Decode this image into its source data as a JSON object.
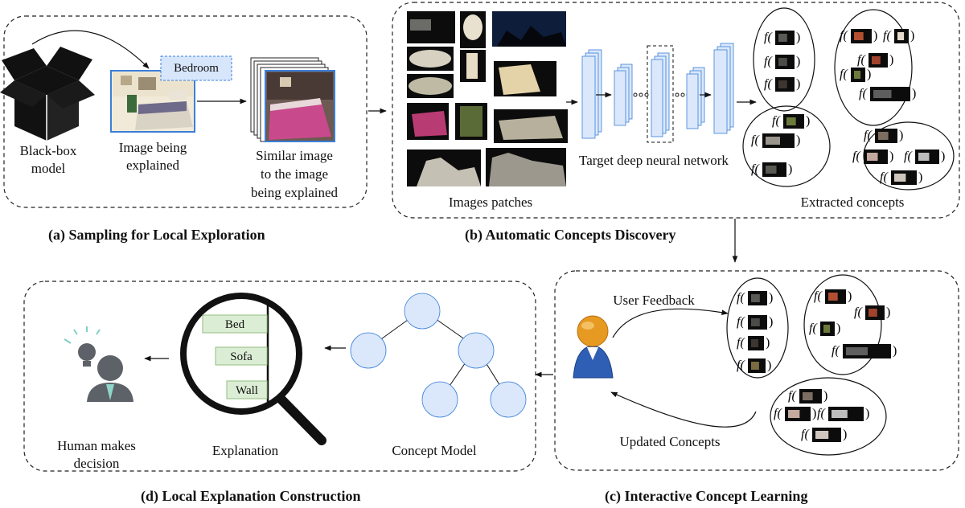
{
  "panels": {
    "a": {
      "caption": "(a) Sampling for Local Exploration",
      "blackbox_label": [
        "Black-box",
        "model"
      ],
      "bedroom_tag": "Bedroom",
      "image_label": [
        "Image being",
        "explained"
      ],
      "similar_label": [
        "Similar image",
        "to the image",
        "being explained"
      ]
    },
    "b": {
      "caption": "(b) Automatic Concepts Discovery",
      "patches_label": "Images patches",
      "network_label": "Target deep neural network",
      "concepts_label": "Extracted concepts",
      "func_symbol": "f("
    },
    "c": {
      "caption": "(c) Interactive Concept Learning",
      "feedback_label": "User Feedback",
      "updated_label": "Updated Concepts"
    },
    "d": {
      "caption": "(d) Local Explanation Construction",
      "human_label": [
        "Human makes",
        "decision"
      ],
      "explanation_label": "Explanation",
      "concept_model_label": "Concept Model",
      "bars": [
        "Bed",
        "Sofa",
        "Wall"
      ]
    }
  },
  "colors": {
    "accent_blue": "#3a7fd8",
    "node_fill": "#dbe8fb",
    "bar_fill": "#dcedd5",
    "bar_stroke": "#8fbf7f",
    "tag_fill": "#d7e6fb",
    "layer_fill": "#dbe8fb",
    "user_orange": "#e79a21",
    "user_blue": "#2f5fb5"
  }
}
